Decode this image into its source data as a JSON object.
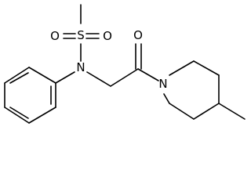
{
  "structure": {
    "atoms": {
      "sulfur": "S",
      "sulfonyl_oxygen_left": "O",
      "sulfonyl_oxygen_right": "O",
      "sulfonamide_nitrogen": "N",
      "carbonyl_oxygen": "O",
      "piperidine_nitrogen": "N"
    }
  }
}
